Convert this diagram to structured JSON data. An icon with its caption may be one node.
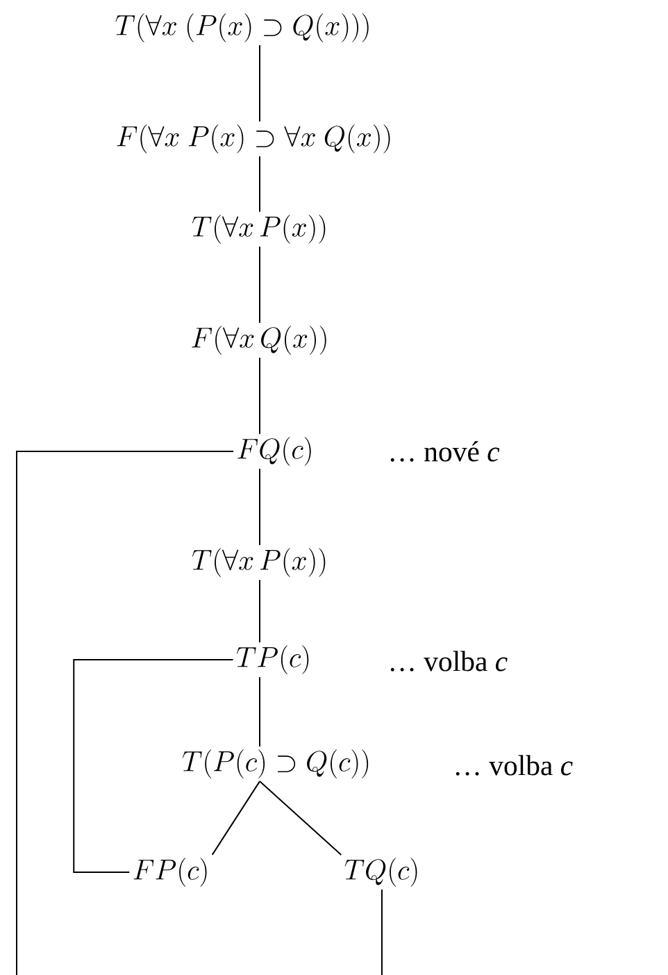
{
  "diagram": {
    "nodes": [
      {
        "text": [
          "T(\\forall x\\ (P(x)\\supset Q(x)))"
        ]
      },
      {
        "text": [
          "F(\\forall x\\ P(x)\\supset \\forall x\\ Q(x))"
        ]
      },
      {
        "text": [
          "T(\\forall x\\, P(x))"
        ]
      },
      {
        "text": [
          "F(\\forall x\\, Q(x))"
        ]
      },
      {
        "text": [
          "FQ(c)"
        ]
      },
      {
        "text": [
          "T(\\forall x\\, P(x))"
        ]
      },
      {
        "text": [
          "TP(c)"
        ]
      },
      {
        "text": [
          "T(P(c)\\supset Q(c))"
        ]
      },
      {
        "text": [
          "FP(c)"
        ]
      },
      {
        "text": [
          "TQ(c)"
        ]
      }
    ],
    "edges": [
      {
        "from": 0,
        "to": 1,
        "arrow": "none"
      },
      {
        "from": 1,
        "to": 2,
        "arrow": "none"
      },
      {
        "from": 2,
        "to": 3,
        "arrow": "none"
      },
      {
        "from": 3,
        "to": 4,
        "arrow": "none"
      },
      {
        "from": 4,
        "to": 5,
        "arrow": "none"
      },
      {
        "from": 5,
        "to": 6,
        "arrow": "none"
      },
      {
        "from": 6,
        "to": 7,
        "arrow": "none"
      },
      {
        "from": 7,
        "to": 8,
        "arrow": "none"
      },
      {
        "from": 7,
        "to": 9,
        "arrow": "none"
      },
      {
        "from": 8,
        "to": 6,
        "arrow": "none"
      },
      {
        "from": 4,
        "to": null,
        "arrow": "none"
      },
      {
        "from": 9,
        "to": null,
        "arrow": "none"
      }
    ],
    "labels": [
      "… nové *c*",
      "… volba *c*",
      "… volba *c*"
    ]
  }
}
